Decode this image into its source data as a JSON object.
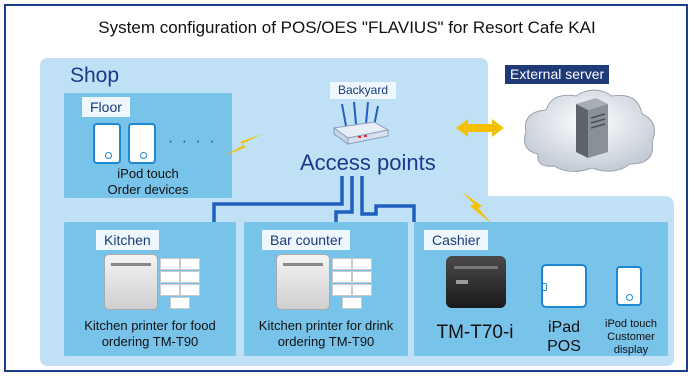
{
  "title": "System configuration of POS/OES \"FLAVIUS\" for Resort Cafe KAI",
  "shop": {
    "label": "Shop"
  },
  "external_server": {
    "label": "External server"
  },
  "backyard": {
    "label": "Backyard",
    "access_points": "Access points"
  },
  "floor": {
    "label": "Floor",
    "caption_line1": "iPod touch",
    "caption_line2": "Order devices",
    "ellipsis": "· · · ·"
  },
  "kitchen": {
    "label": "Kitchen",
    "caption_line1": "Kitchen printer for food",
    "caption_line2": "ordering TM-T90"
  },
  "bar": {
    "label": "Bar counter",
    "caption_line1": "Kitchen printer for drink",
    "caption_line2": "ordering TM-T90"
  },
  "cashier": {
    "label": "Cashier",
    "printer_caption": "TM-T70-i",
    "ipad_line1": "iPad",
    "ipad_line2": "POS",
    "ipod_line1": "iPod touch",
    "ipod_line2": "Customer",
    "ipod_line3": "display"
  },
  "colors": {
    "frame": "#1e3f8a",
    "shop_bg": "#bfe0f5",
    "panel": "#78c3ea",
    "line": "#1e5fbf",
    "lightning": "#f5c000",
    "external_label": "#1e3a78"
  },
  "icons": [
    "lightning-bolt-icon",
    "router-icon",
    "cloud-icon",
    "server-icon",
    "double-arrow-icon",
    "printer-icon",
    "ipad-icon",
    "ipod-icon"
  ]
}
